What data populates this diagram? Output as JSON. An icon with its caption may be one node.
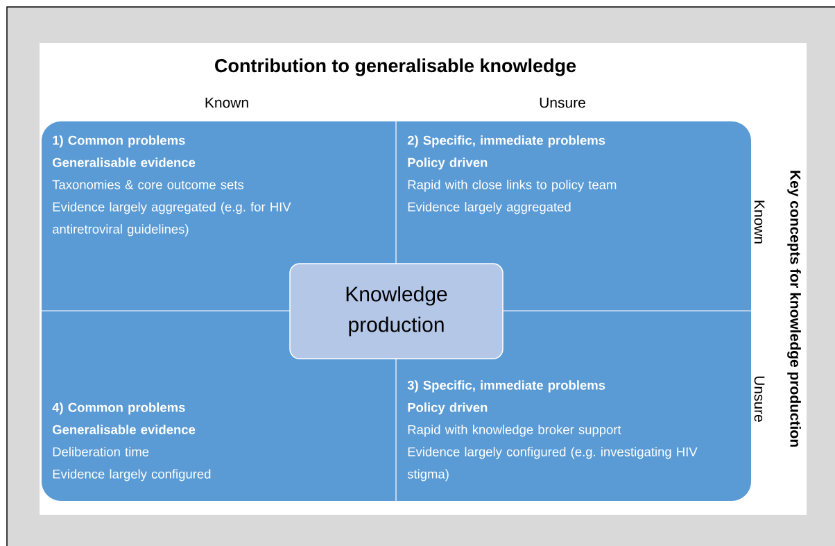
{
  "diagram": {
    "title": "Contribution to generalisable knowledge",
    "nodes": [
      {
        "text": [
          "1) Common problems",
          "Generalisable evidence",
          "Taxonomies & core outcome sets",
          "Evidence largely aggregated (e.g. for HIV antiretroviral guidelines)"
        ]
      },
      {
        "text": [
          "2) Specific, immediate problems",
          "Policy driven",
          "Rapid with close links to policy team",
          "Evidence largely aggregated"
        ]
      },
      {
        "text": [
          "Knowledge production"
        ]
      },
      {
        "text": [
          "4) Common problems",
          "Generalisable evidence",
          "Deliberation time",
          "Evidence largely configured"
        ]
      },
      {
        "text": [
          "3) Specific, immediate problems",
          "Policy driven",
          "Rapid with knowledge broker support",
          "Evidence largely configured (e.g. investigating HIV stigma)"
        ]
      }
    ],
    "labels": [
      "Known",
      "Unsure",
      "Key concepts for knowledge production",
      "Known",
      "Unsure"
    ]
  }
}
